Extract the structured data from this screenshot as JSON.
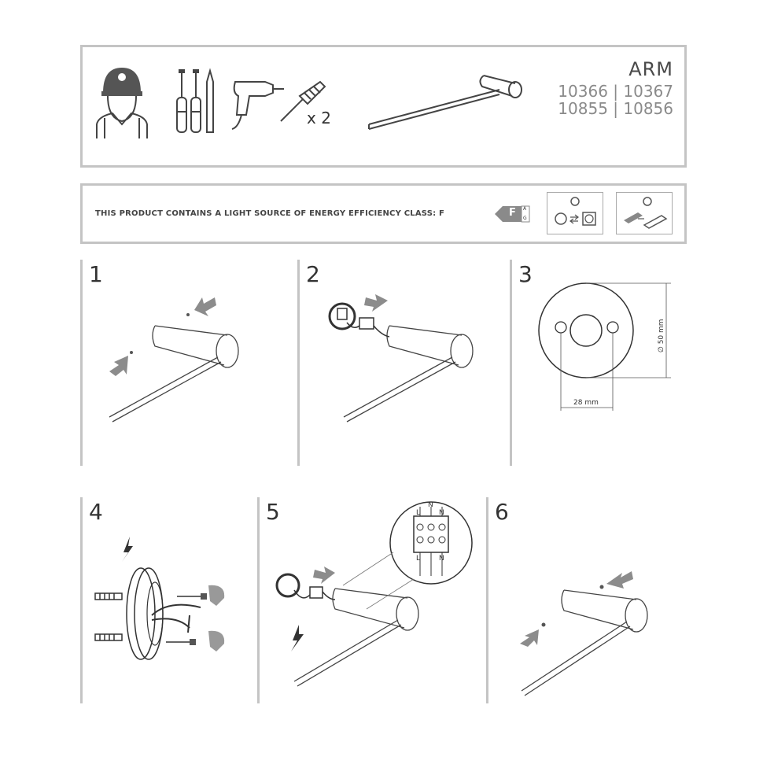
{
  "header": {
    "product_name": "ARM",
    "codes_line1": "10366 | 10367",
    "codes_line2": "10855 | 10856",
    "qty_label": "x 2"
  },
  "energy": {
    "text": "THIS PRODUCT CONTAINS A LIGHT SOURCE OF ENERGY EFFICIENCY CLASS: F",
    "class": "F",
    "scale_top": "A",
    "scale_bottom": "G"
  },
  "steps": [
    {
      "number": "1"
    },
    {
      "number": "2"
    },
    {
      "number": "3",
      "dim_diameter": "∅ 50 mm",
      "dim_spacing": "28 mm"
    },
    {
      "number": "4"
    },
    {
      "number": "5",
      "terminal_top": [
        "L",
        "N"
      ],
      "terminal_top_right": "N",
      "terminal_bottom": [
        "L",
        "N"
      ]
    },
    {
      "number": "6"
    }
  ],
  "colors": {
    "border": "#c4c4c4",
    "line": "#333333",
    "arrow": "#8c8c8c"
  }
}
